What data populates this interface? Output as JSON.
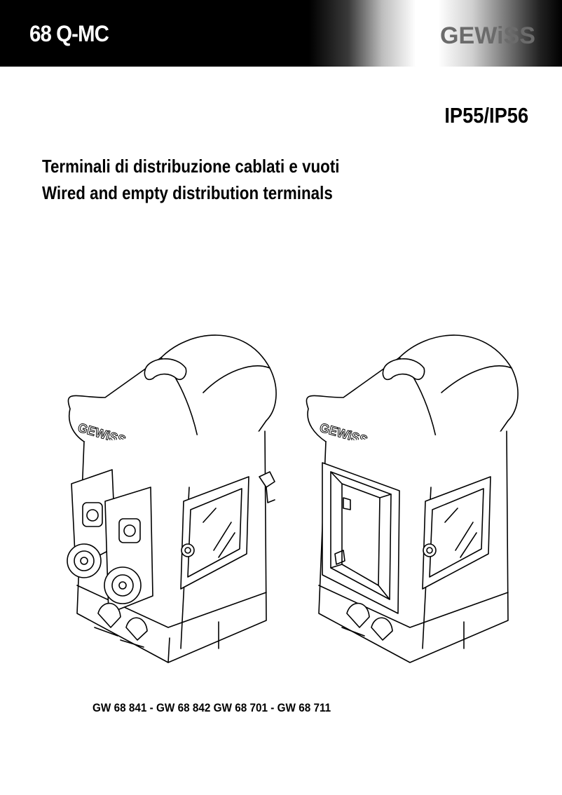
{
  "header": {
    "product_code": "68 Q-MC",
    "brand": "GEWiSS"
  },
  "ip_rating": "IP55/IP56",
  "titles": {
    "italian": "Terminali di distribuzione cablati e vuoti",
    "english": "Wired and empty distribution terminals"
  },
  "product_codes": "GW 68 841 - GW 68 842 GW 68 701 - GW 68 711",
  "colors": {
    "header_bg": "#000000",
    "header_text": "#ffffff",
    "logo": "#6b6b6b",
    "text": "#000000"
  },
  "illustrations": [
    {
      "name": "wired-terminal",
      "logo_text": "GEWiSS"
    },
    {
      "name": "empty-terminal",
      "logo_text": "GEWiSS"
    }
  ]
}
